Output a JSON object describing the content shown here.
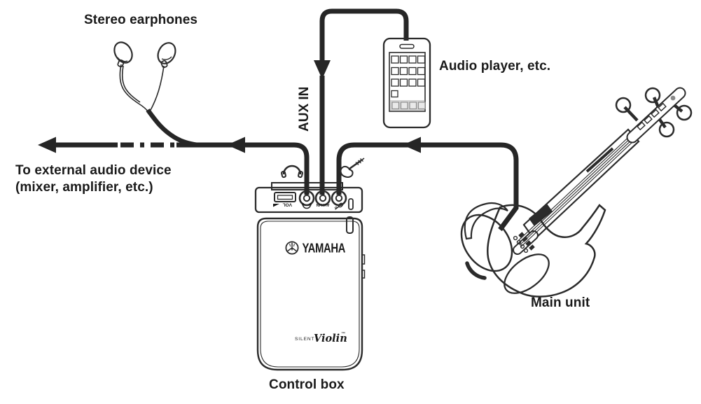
{
  "colors": {
    "background": "#ffffff",
    "line_art_ink": "#2b2b2b",
    "cable_black": "#262626",
    "phone_dock_gray": "#d2d2d2",
    "text_black": "#1a1a1a"
  },
  "labels": {
    "stereo_earphones": "Stereo earphones",
    "audio_player": "Audio player, etc.",
    "external_audio_line1": "To external audio device",
    "external_audio_line2": "(mixer, amplifier, etc.)",
    "aux_in_cable": "AUX IN",
    "main_unit": "Main unit",
    "control_box": "Control box"
  },
  "control_box": {
    "brand": "YAMAHA",
    "product_prefix": "SILENT",
    "product_name": "Violin",
    "trademark": "™",
    "panel": {
      "volume_label": "VOL",
      "aux_jack_label": "AUX IN"
    }
  },
  "icons": {
    "headphones": "headphones-icon",
    "violin": "violin-icon",
    "volume_wedge": "volume-wedge-icon",
    "yamaha_mark": "yamaha-tuning-fork-icon",
    "arrowheads": "arrowhead-icon"
  },
  "connections": [
    {
      "from": "Audio player, etc.",
      "to": "Control box AUX IN jack",
      "label": "AUX IN"
    },
    {
      "from": "Control box headphones jack",
      "to": "Stereo earphones"
    },
    {
      "from": "Control box headphones jack",
      "to": "To external audio device (mixer, amplifier, etc.)"
    },
    {
      "from": "Main unit",
      "to": "Control box violin jack"
    }
  ]
}
